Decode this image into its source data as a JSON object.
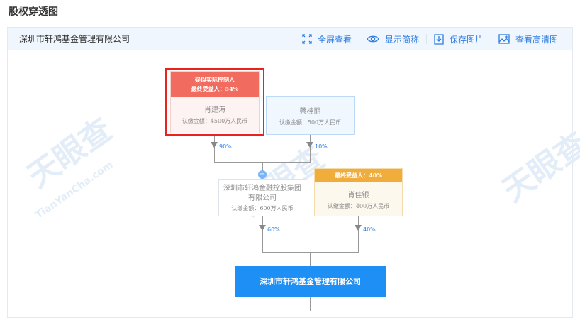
{
  "page_title": "股权穿透图",
  "header": {
    "company": "深圳市轩鸿基金管理有限公司",
    "tools": [
      {
        "label": "全屏查看",
        "icon": "fullscreen-icon"
      },
      {
        "label": "显示简称",
        "icon": "eye-icon"
      },
      {
        "label": "保存图片",
        "icon": "download-icon"
      },
      {
        "label": "查看高清图",
        "icon": "image-icon"
      }
    ]
  },
  "watermark": "天眼查",
  "watermark_sub": "TianYanCha.com",
  "nodes": {
    "xiao_jianhai": {
      "tag1": "疑似实际控制人",
      "tag2": "最终受益人：54%",
      "name": "肖建海",
      "amount": "认缴金额：4500万人民币",
      "pct": "90%"
    },
    "cai_guili": {
      "name": "蔡桂丽",
      "amount": "认缴金额：500万人民币",
      "pct": "10%"
    },
    "group": {
      "name": "深圳市轩鸿金融控股集团有限公司",
      "amount": "认缴金额：600万人民币",
      "pct": "60%"
    },
    "xiao_jiayin": {
      "tag": "最终受益人：40%",
      "name": "肖佳银",
      "amount": "认缴金额：400万人民币",
      "pct": "40%"
    },
    "target": {
      "name": "深圳市轩鸿基金管理有限公司"
    }
  },
  "colors": {
    "accent": "#2d7de0",
    "red": "#f26b5f",
    "orange": "#f0ad3c",
    "target": "#1e8ff5"
  }
}
